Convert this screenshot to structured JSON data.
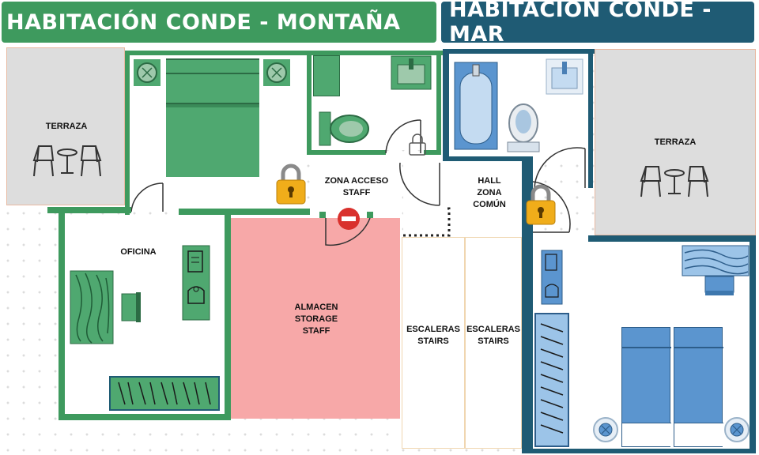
{
  "headers": {
    "montana": "HABITACIÓN CONDE - MONTAÑA",
    "mar": "HABITACIÓN CONDE - MAR"
  },
  "rooms": {
    "terraza_left": "TERRAZA",
    "terraza_right": "TERRAZA",
    "oficina": "OFICINA",
    "zona_acceso": "ZONA ACCESO\nSTAFF",
    "hall": "HALL\nZONA\nCOMÚN",
    "almacen": "ALMACEN\nSTORAGE\nSTAFF",
    "escaleras_1": "ESCALERAS\nSTAIRS",
    "escaleras_2": "ESCALERAS\nSTAIRS"
  },
  "colors": {
    "montana_accent": "#3e9a5e",
    "mar_accent": "#1f5b74",
    "storage": "#f7a8a8",
    "lock": "#f0ad1a",
    "no_entry": "#d9302c"
  },
  "icons": [
    "lock-icon",
    "no-entry-icon",
    "bed-icon",
    "toilet-icon",
    "sink-icon",
    "bathtub-icon",
    "table-chairs-icon",
    "desk-icon",
    "chair-icon",
    "nightstand-lamp-icon",
    "coffee-machine-icon",
    "kettle-icon",
    "wardrobe-icon"
  ]
}
